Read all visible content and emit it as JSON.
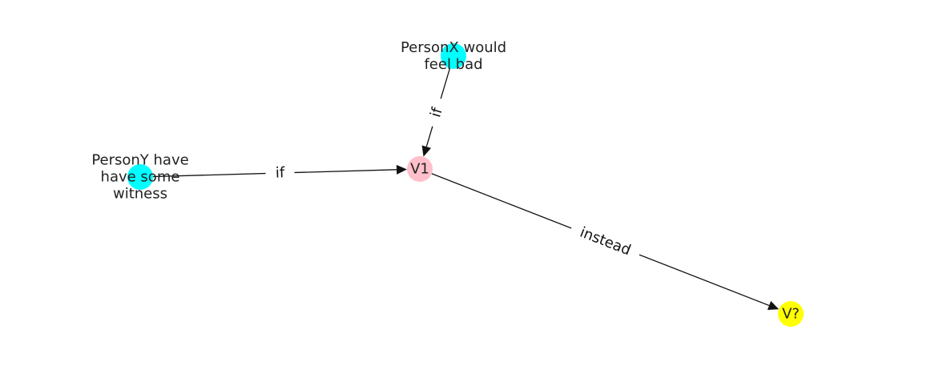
{
  "nodes": [
    {
      "id": "personx",
      "label_lines": [
        "PersonX would",
        "feel bad"
      ],
      "color": "#00ffff"
    },
    {
      "id": "persony",
      "label_lines": [
        "PersonY have",
        "have some",
        "witness"
      ],
      "color": "#00ffff"
    },
    {
      "id": "v1",
      "label_lines": [
        "V1"
      ],
      "color": "#ffc0cb"
    },
    {
      "id": "vq",
      "label_lines": [
        "V?"
      ],
      "color": "#ffff00"
    }
  ],
  "edges": [
    {
      "id": "e-personx-v1",
      "from": "personx",
      "to": "v1",
      "label": "if"
    },
    {
      "id": "e-persony-v1",
      "from": "persony",
      "to": "v1",
      "label": "if"
    },
    {
      "id": "e-v1-vq",
      "from": "v1",
      "to": "vq",
      "label": "instead"
    }
  ]
}
